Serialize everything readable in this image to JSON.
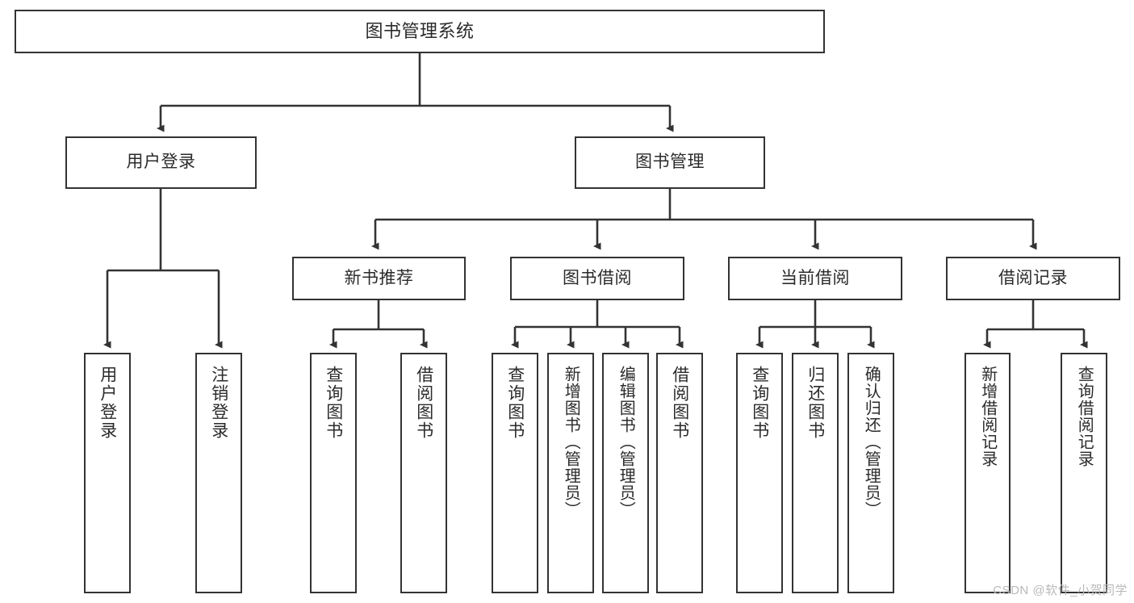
{
  "diagram": {
    "type": "tree-hierarchy",
    "title": "图书管理系统",
    "orientation": "top-down",
    "colors": {
      "box_stroke": "#333333",
      "box_fill": "#ffffff",
      "text": "#2b2b2b",
      "connector": "#333333",
      "watermark": "#b9b9b9",
      "background": "#ffffff"
    },
    "nodes": {
      "root": {
        "label": "图书管理系统"
      },
      "level2": [
        {
          "id": "user-login",
          "label": "用户登录"
        },
        {
          "id": "book-management",
          "label": "图书管理"
        }
      ],
      "level3": [
        {
          "id": "new-book-recommend",
          "label": "新书推荐"
        },
        {
          "id": "book-borrow",
          "label": "图书借阅"
        },
        {
          "id": "current-borrow",
          "label": "当前借阅"
        },
        {
          "id": "borrow-record",
          "label": "借阅记录"
        }
      ],
      "leaves": {
        "user-login": [
          {
            "id": "leaf-user-login",
            "label": "用户登录"
          },
          {
            "id": "leaf-logout-login",
            "label": "注销登录"
          }
        ],
        "new-book-recommend": [
          {
            "id": "leaf-query-book-1",
            "label": "查询图书"
          },
          {
            "id": "leaf-borrow-book-1",
            "label": "借阅图书"
          }
        ],
        "book-borrow": [
          {
            "id": "leaf-query-book-2",
            "label": "查询图书"
          },
          {
            "id": "leaf-add-book",
            "label": "新增图书（管理员）"
          },
          {
            "id": "leaf-edit-book",
            "label": "编辑图书（管理员）"
          },
          {
            "id": "leaf-borrow-book-2",
            "label": "借阅图书"
          }
        ],
        "current-borrow": [
          {
            "id": "leaf-query-book-3",
            "label": "查询图书"
          },
          {
            "id": "leaf-return-book",
            "label": "归还图书"
          },
          {
            "id": "leaf-confirm-return",
            "label": "确认归还（管理员）"
          }
        ],
        "borrow-record": [
          {
            "id": "leaf-add-record",
            "label": "新增借阅记录"
          },
          {
            "id": "leaf-query-record",
            "label": "查询借阅记录"
          }
        ]
      }
    },
    "watermark": "CSDN @软件_小贺同学"
  }
}
